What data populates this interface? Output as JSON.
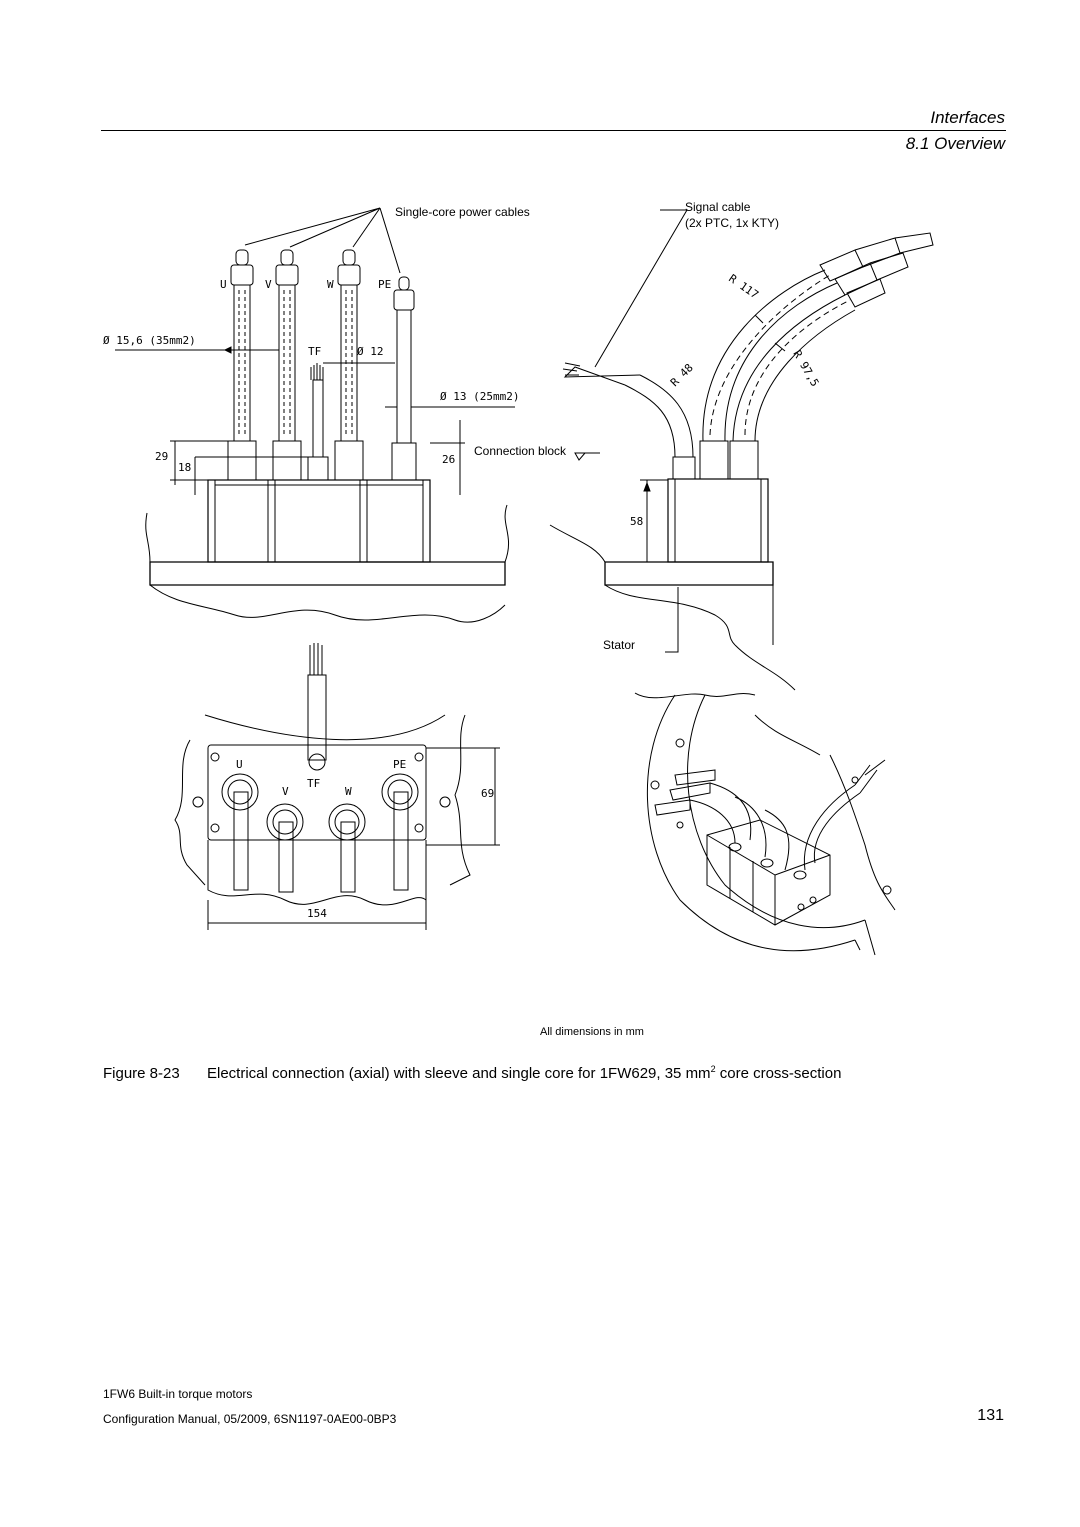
{
  "header": {
    "chapter": "Interfaces",
    "section": "8.1 Overview"
  },
  "figure": {
    "labels": {
      "single_core": "Single-core power cables",
      "signal_cable_1": "Signal cable",
      "signal_cable_2": "(2x PTC, 1x KTY)",
      "connection_block": "Connection block",
      "stator": "Stator",
      "all_dims": "All dimensions in mm"
    },
    "dims": {
      "d156": "Ø 15,6 (35mm2)",
      "d12": "Ø 12",
      "d13": "Ø 13 (25mm2)",
      "h29": "29",
      "h18": "18",
      "h26": "26",
      "h58": "58",
      "h69": "69",
      "w154": "154",
      "r117": "R 117",
      "r48": "R 48",
      "r975": "R 97,5"
    },
    "terminals": {
      "u": "U",
      "v": "V",
      "w": "W",
      "pe": "PE",
      "tf": "TF"
    }
  },
  "caption": {
    "label": "Figure 8-23",
    "text": "Electrical connection (axial) with sleeve and single core for 1FW629, 35 mm",
    "superscript": "2",
    "text_end": " core cross-section"
  },
  "footer": {
    "line1": "1FW6 Built-in torque motors",
    "line2": "Configuration Manual, 05/2009, 6SN1197-0AE00-0BP3",
    "page": "131"
  }
}
